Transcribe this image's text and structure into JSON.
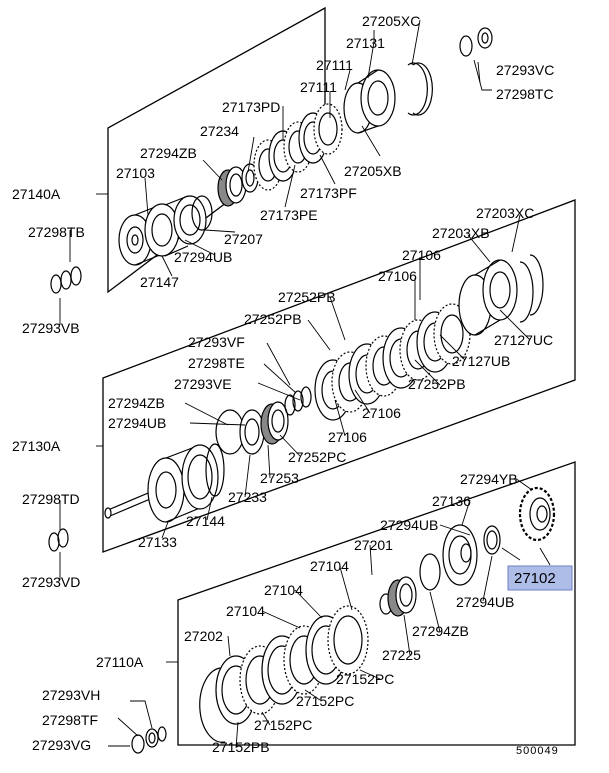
{
  "diagram_id": "500049",
  "highlight_color": "#aebce8",
  "groups": [
    {
      "id": "g1",
      "label": "27140A",
      "parts": [
        "27205XC",
        "27131",
        "27111",
        "27111",
        "27173PD",
        "27234",
        "27294ZB",
        "27103",
        "27205XB",
        "27173PF",
        "27173PE",
        "27207",
        "27294UB",
        "27147"
      ]
    },
    {
      "id": "g2",
      "label": "27130A",
      "parts": [
        "27203XC",
        "27203XB",
        "27106",
        "27106",
        "27252PB",
        "27252PB",
        "27293VF",
        "27298TE",
        "27293VE",
        "27294ZB",
        "27294UB",
        "27127UC",
        "27127UB",
        "27252PB",
        "27106",
        "27106",
        "27252PC",
        "27253",
        "27233",
        "27144",
        "27133"
      ]
    },
    {
      "id": "g3",
      "label": "27110A",
      "parts": [
        "27294YB",
        "27136",
        "27294UB",
        "27201",
        "27104",
        "27104",
        "27104",
        "27202",
        "27102",
        "27294UB",
        "27294ZB",
        "27225",
        "27152PC",
        "27152PC",
        "27152PC",
        "27152PB"
      ]
    }
  ],
  "side_parts": [
    [
      "27293VC",
      "27298TC"
    ],
    [
      "27298TB",
      "27293VB"
    ],
    [
      "27298TD",
      "27293VD"
    ],
    [
      "27293VH",
      "27298TF",
      "27293VG"
    ]
  ],
  "highlighted_part": "27102"
}
